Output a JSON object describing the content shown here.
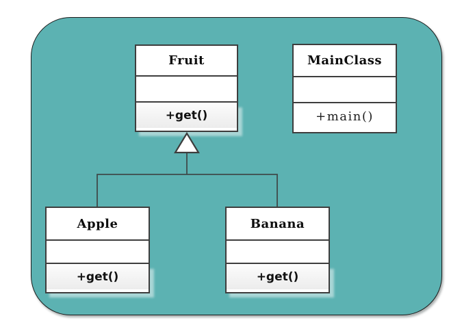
{
  "diagram": {
    "type": "uml-class-diagram",
    "colors": {
      "canvas_fill": "#5cb2b2",
      "canvas_border": "#1c1c1c",
      "box_border": "#3d3d3d",
      "connector": "#3f4a4a"
    },
    "classes": [
      {
        "name": "Fruit",
        "attributes_text": "",
        "operations_text": "+get()"
      },
      {
        "name": "MainClass",
        "attributes_text": "",
        "operations_text": "+main()"
      },
      {
        "name": "Apple",
        "attributes_text": "",
        "operations_text": "+get()"
      },
      {
        "name": "Banana",
        "attributes_text": "",
        "operations_text": "+get()"
      }
    ],
    "relationships": [
      {
        "type": "generalization",
        "from": "Apple",
        "to": "Fruit"
      },
      {
        "type": "generalization",
        "from": "Banana",
        "to": "Fruit"
      }
    ]
  }
}
